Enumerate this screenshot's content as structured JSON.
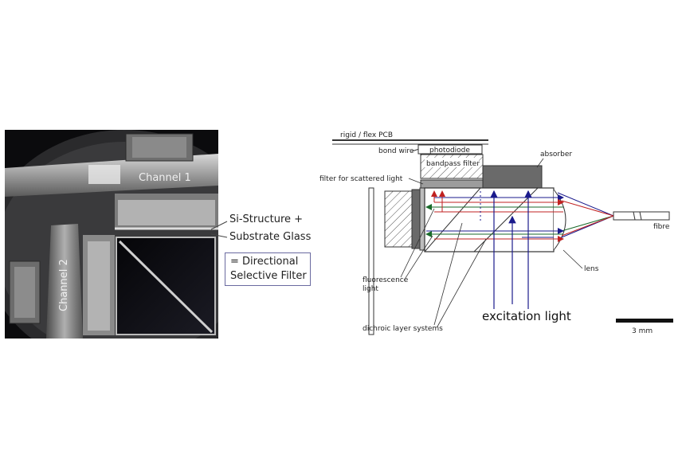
{
  "photo": {
    "channel1_label": "Channel 1",
    "channel2_label": "Channel 2"
  },
  "callouts": {
    "structure_line1": "Si-Structure +",
    "structure_line2": "Substrate Glass",
    "filter_line1": "= Directional",
    "filter_line2": "Selective Filter"
  },
  "schematic": {
    "labels": {
      "rigid_pcb": "rigid / flex PCB",
      "bond_wire": "bond wire",
      "photodiode": "photodiode",
      "bandpass_filter": "bandpass filter",
      "absorber": "absorber",
      "scatter_filter": "filter for scattered light",
      "fibre": "fibre",
      "lens": "lens",
      "fluorescence_line1": "fluorescence",
      "fluorescence_line2": "light",
      "excitation": "excitation light",
      "dichroic": "dichroic layer systems",
      "scale": "3 mm"
    },
    "colors": {
      "excitation": "#1a1a8c",
      "fluorescence_red": "#c02020",
      "fluorescence_green": "#1a6a2a",
      "outline": "#333333"
    }
  }
}
